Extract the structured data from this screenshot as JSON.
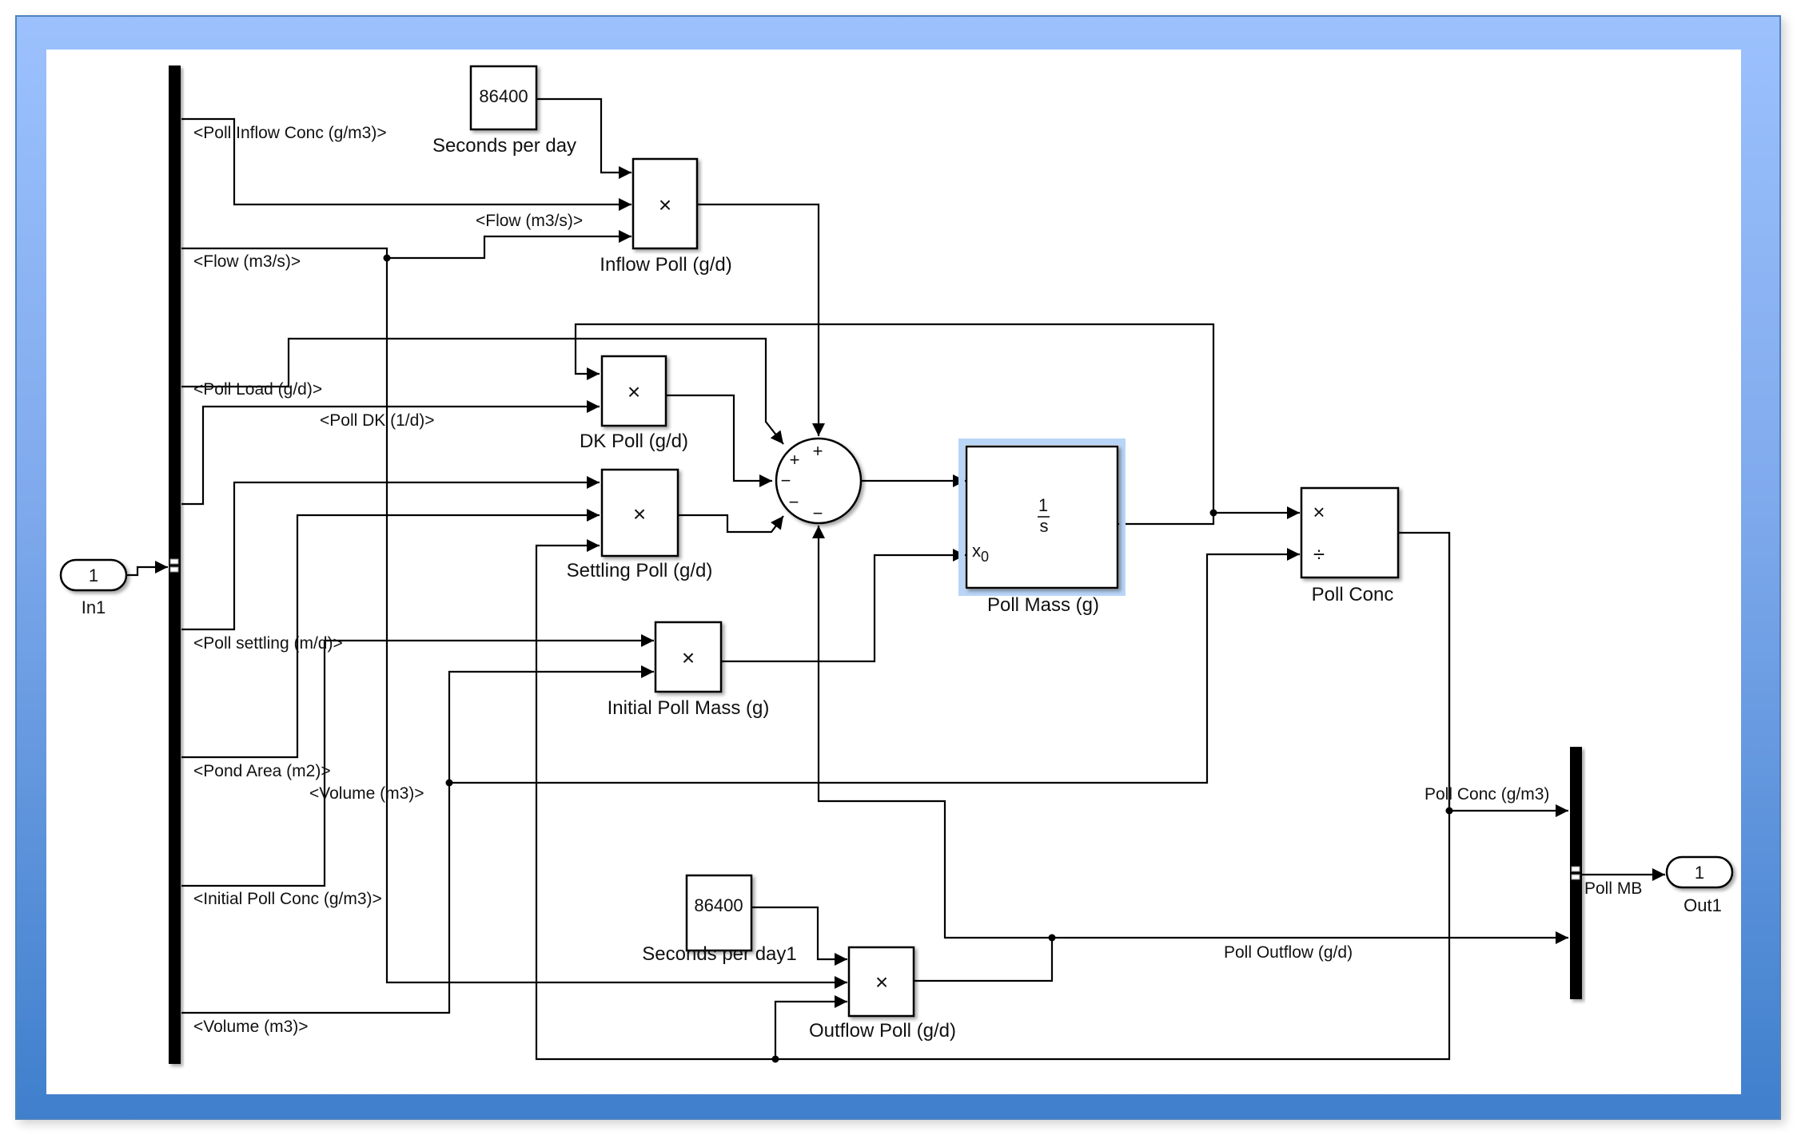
{
  "window": {
    "frame_accent_top": "#9cc1fd",
    "frame_accent_bottom": "#3f7fcc",
    "selection_color": "#b9d5f7"
  },
  "blocks": {
    "in1": {
      "number": "1",
      "name": "In1"
    },
    "out1": {
      "number": "1",
      "name": "Out1"
    },
    "seconds_per_day": {
      "value": "86400",
      "name": "Seconds per day"
    },
    "seconds_per_day1": {
      "value": "86400",
      "name": "Seconds per day1"
    },
    "inflow_poll": {
      "symbol": "×",
      "name": "Inflow Poll (g/d)"
    },
    "dk_poll": {
      "symbol": "×",
      "name": "DK Poll (g/d)"
    },
    "settling_poll": {
      "symbol": "×",
      "name": "Settling Poll (g/d)"
    },
    "initial_poll_mass": {
      "symbol": "×",
      "name": "Initial Poll Mass (g)"
    },
    "outflow_poll": {
      "symbol": "×",
      "name": "Outflow Poll (g/d)"
    },
    "sum": {
      "signs": [
        "+",
        "+",
        "−",
        "−",
        "−"
      ]
    },
    "poll_mass": {
      "numerator": "1",
      "denominator": "s",
      "ic_port": "x",
      "ic_sub": "0",
      "name": "Poll Mass (g)",
      "selected": true
    },
    "poll_conc": {
      "port1": "×",
      "port2": "÷",
      "name": "Poll Conc"
    }
  },
  "signals": {
    "poll_inflow_conc": "<Poll Inflow Conc (g/m3)>",
    "flow_bus": "<Flow (m3/s)>",
    "flow_branch": "<Flow (m3/s)>",
    "poll_load": "<Poll Load (g/d)>",
    "poll_dk": "<Poll DK (1/d)>",
    "poll_settling": "<Poll settling (m/d)>",
    "pond_area": "<Pond Area (m2)>",
    "volume_branch": "<Volume (m3)>",
    "initial_poll_conc": "<Initial Poll Conc (g/m3)>",
    "volume_bus": "<Volume (m3)>",
    "poll_conc_out": "Poll Conc (g/m3)",
    "poll_outflow_out": "Poll Outflow (g/d)",
    "poll_mb": "Poll MB"
  }
}
